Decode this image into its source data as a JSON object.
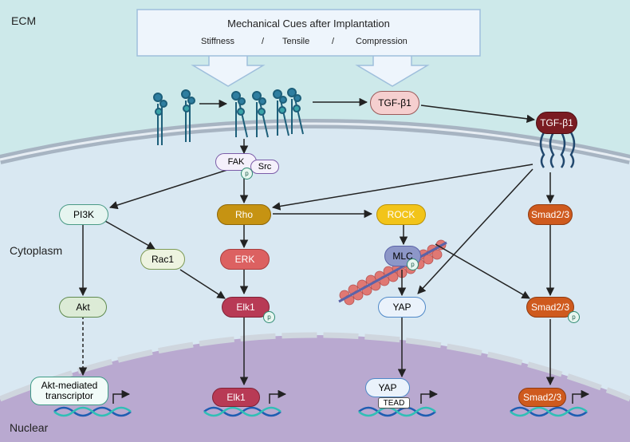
{
  "regions": {
    "ecm": "ECM",
    "cytoplasm": "Cytoplasm",
    "nuclear": "Nuclear"
  },
  "banner": {
    "title": "Mechanical Cues after Implantation",
    "cues": [
      "Stiffness",
      "/",
      "Tensile",
      "/",
      "Compression"
    ]
  },
  "nodes": {
    "tgf_ecm": "TGF-β1",
    "tgf_receptor": "TGF-β1",
    "fak": "FAK",
    "src": "Src",
    "pi3k": "PI3K",
    "rho": "Rho",
    "rock": "ROCK",
    "smad_cyto": "Smad2/3",
    "rac1": "Rac1",
    "erk": "ERK",
    "mlc": "MLC",
    "akt": "Akt",
    "elk1_cyto": "Elk1",
    "yap_cyto": "YAP",
    "smad_p": "Smad2/3",
    "akt_transcriptor": "Akt-mediated transcriptor",
    "elk1_nuc": "Elk1",
    "yap_nuc": "YAP",
    "tead": "TEAD",
    "smad_nuc": "Smad2/3"
  },
  "phospho": "p",
  "colors": {
    "ecm_bg": "#cde9ea",
    "cytoplasm_bg": "#d9e8f2",
    "nucleus_bg": "#b9a9d0",
    "membrane": "#8f9fb3",
    "receptor": "#2f7ea0",
    "tgf_receptor": "#7a1c22",
    "rho": "#c69312",
    "rock": "#f2c419",
    "smad": "#cf5a1e",
    "erk": "#dc6161",
    "elk1": "#b83a55",
    "mlc": "#8d97c8",
    "yap": "#5089c8",
    "actin": "#e07873",
    "dna1": "#1e5db2",
    "dna2": "#30bfb6"
  }
}
